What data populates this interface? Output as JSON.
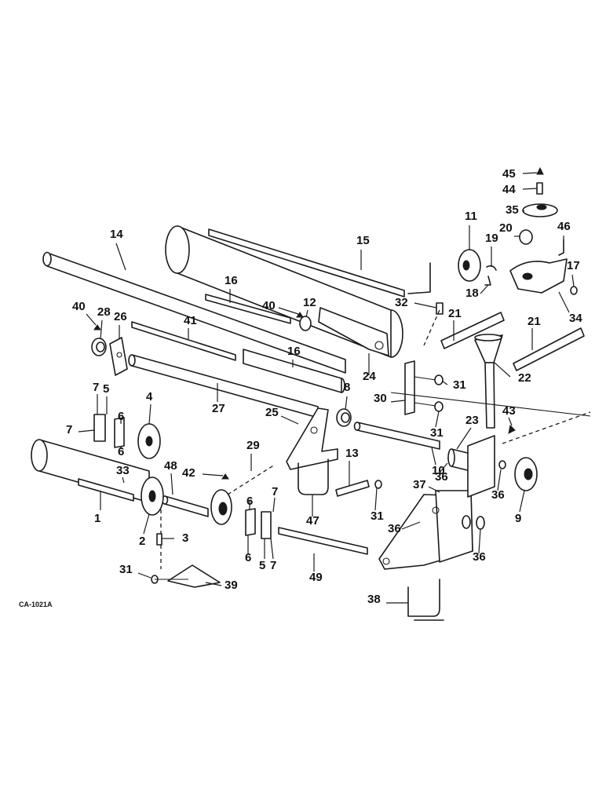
{
  "drawing_code": "CA-1021A",
  "callouts": [
    {
      "id": "c1",
      "label": "1"
    },
    {
      "id": "c2",
      "label": "2"
    },
    {
      "id": "c3",
      "label": "3"
    },
    {
      "id": "c4",
      "label": "4"
    },
    {
      "id": "c5a",
      "label": "5"
    },
    {
      "id": "c5b",
      "label": "5"
    },
    {
      "id": "c6a",
      "label": "6"
    },
    {
      "id": "c6b",
      "label": "6"
    },
    {
      "id": "c6c",
      "label": "6"
    },
    {
      "id": "c6d",
      "label": "6"
    },
    {
      "id": "c7a",
      "label": "7"
    },
    {
      "id": "c7b",
      "label": "7"
    },
    {
      "id": "c7c",
      "label": "7"
    },
    {
      "id": "c7d",
      "label": "7"
    },
    {
      "id": "c8",
      "label": "8"
    },
    {
      "id": "c9",
      "label": "9"
    },
    {
      "id": "c10",
      "label": "10"
    },
    {
      "id": "c11",
      "label": "11"
    },
    {
      "id": "c12",
      "label": "12"
    },
    {
      "id": "c13",
      "label": "13"
    },
    {
      "id": "c14",
      "label": "14"
    },
    {
      "id": "c15",
      "label": "15"
    },
    {
      "id": "c16a",
      "label": "16"
    },
    {
      "id": "c16b",
      "label": "16"
    },
    {
      "id": "c17",
      "label": "17"
    },
    {
      "id": "c18",
      "label": "18"
    },
    {
      "id": "c19",
      "label": "19"
    },
    {
      "id": "c20",
      "label": "20"
    },
    {
      "id": "c21a",
      "label": "21"
    },
    {
      "id": "c21b",
      "label": "21"
    },
    {
      "id": "c22",
      "label": "22"
    },
    {
      "id": "c23",
      "label": "23"
    },
    {
      "id": "c24",
      "label": "24"
    },
    {
      "id": "c25",
      "label": "25"
    },
    {
      "id": "c26",
      "label": "26"
    },
    {
      "id": "c27",
      "label": "27"
    },
    {
      "id": "c28",
      "label": "28"
    },
    {
      "id": "c29",
      "label": "29"
    },
    {
      "id": "c30",
      "label": "30"
    },
    {
      "id": "c31a",
      "label": "31"
    },
    {
      "id": "c31b",
      "label": "31"
    },
    {
      "id": "c31c",
      "label": "31"
    },
    {
      "id": "c31d",
      "label": "31"
    },
    {
      "id": "c32",
      "label": "32"
    },
    {
      "id": "c33",
      "label": "33"
    },
    {
      "id": "c34",
      "label": "34"
    },
    {
      "id": "c35",
      "label": "35"
    },
    {
      "id": "c36a",
      "label": "36"
    },
    {
      "id": "c36b",
      "label": "36"
    },
    {
      "id": "c36c",
      "label": "36"
    },
    {
      "id": "c36d",
      "label": "36"
    },
    {
      "id": "c37",
      "label": "37"
    },
    {
      "id": "c38",
      "label": "38"
    },
    {
      "id": "c39",
      "label": "39"
    },
    {
      "id": "c40a",
      "label": "40"
    },
    {
      "id": "c40b",
      "label": "40"
    },
    {
      "id": "c41",
      "label": "41"
    },
    {
      "id": "c42",
      "label": "42"
    },
    {
      "id": "c43",
      "label": "43"
    },
    {
      "id": "c44",
      "label": "44"
    },
    {
      "id": "c45",
      "label": "45"
    },
    {
      "id": "c46",
      "label": "46"
    },
    {
      "id": "c47",
      "label": "47"
    },
    {
      "id": "c48",
      "label": "48"
    },
    {
      "id": "c49",
      "label": "49"
    }
  ]
}
